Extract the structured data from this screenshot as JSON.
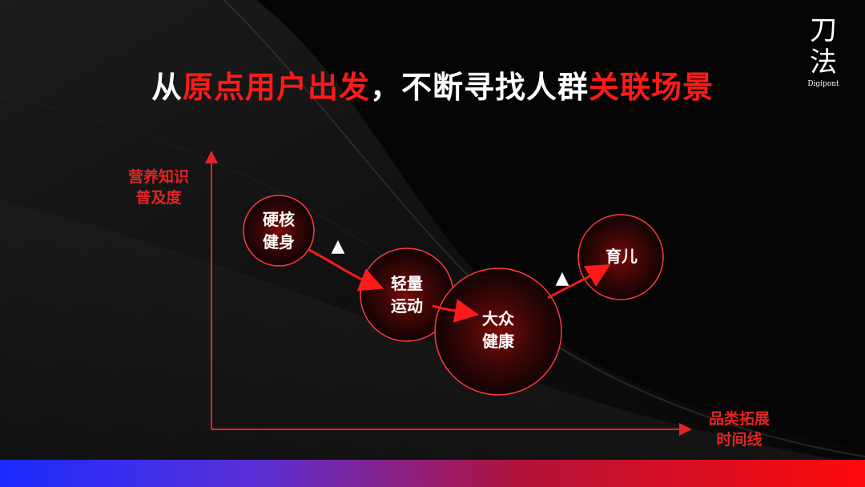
{
  "title": {
    "part1": "从",
    "highlight1": "原点用户出发",
    "part2": "，不断寻找人群",
    "highlight2": "关联场景"
  },
  "logo": {
    "line1": "刀",
    "line2": "法",
    "en": "Digipont"
  },
  "axis": {
    "y_label_line1": "营养知识",
    "y_label_line2": "普及度",
    "x_label_line1": "品类拓展",
    "x_label_line2": "时间线"
  },
  "nodes": [
    {
      "id": "node-hardcore-fitness",
      "line1": "硬核",
      "line2": "健身"
    },
    {
      "id": "node-light-exercise",
      "line1": "轻量",
      "line2": "运动"
    },
    {
      "id": "node-mass-health",
      "line1": "大众",
      "line2": "健康"
    },
    {
      "id": "node-parenting",
      "line1": "育儿",
      "line2": ""
    }
  ],
  "markers": [
    "▲",
    "▲"
  ],
  "colors": {
    "accent": "#ff1a1a",
    "axis": "#e32424",
    "background": "#050505"
  }
}
